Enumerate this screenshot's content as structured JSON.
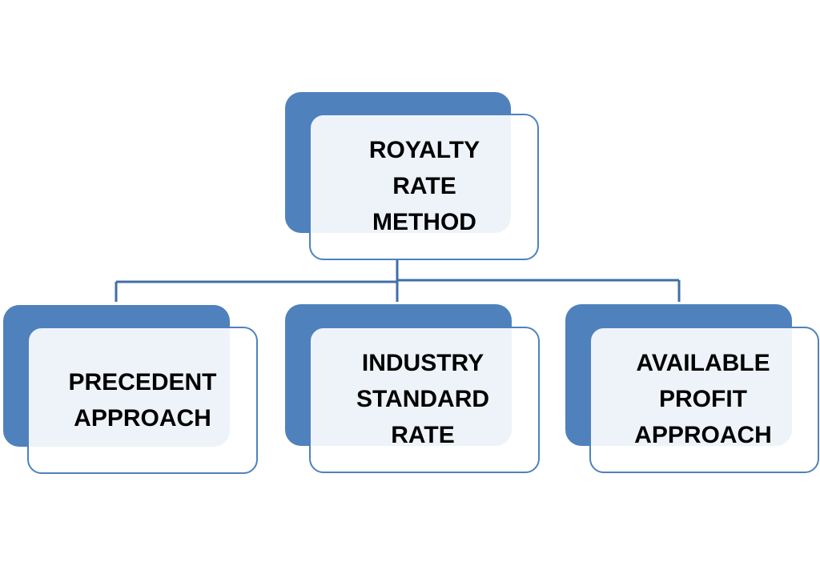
{
  "diagram": {
    "type": "hierarchy",
    "colors": {
      "box_fill": "#4f81bd",
      "front_fill": "#eef2f8",
      "border": "#4f81bd",
      "connector": "#3f6fa8",
      "text": "#000000"
    },
    "root": {
      "label": "ROYALTY\nRATE\nMETHOD"
    },
    "children": [
      {
        "label": "PRECEDENT\nAPPROACH"
      },
      {
        "label": "INDUSTRY\nSTANDARD\nRATE"
      },
      {
        "label": "AVAILABLE\nPROFIT\nAPPROACH"
      }
    ]
  }
}
